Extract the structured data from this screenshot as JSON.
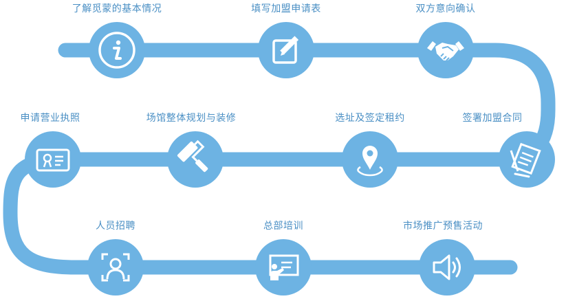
{
  "colors": {
    "track": "#6db3e3",
    "label": "#4a8fc4",
    "icon": "#ffffff"
  },
  "steps": [
    {
      "label": "了解觅蒙的基本情况",
      "icon": "info-icon"
    },
    {
      "label": "填写加盟申请表",
      "icon": "edit-form-icon"
    },
    {
      "label": "双方意向确认",
      "icon": "handshake-icon"
    },
    {
      "label": "签署加盟合同",
      "icon": "contract-sign-icon"
    },
    {
      "label": "选址及签定租约",
      "icon": "location-pin-icon"
    },
    {
      "label": "场馆整体规划与装修",
      "icon": "paint-roller-icon"
    },
    {
      "label": "申请营业执照",
      "icon": "license-card-icon"
    },
    {
      "label": "人员招聘",
      "icon": "recruit-person-icon"
    },
    {
      "label": "总部培训",
      "icon": "training-board-icon"
    },
    {
      "label": "市场推广预售活动",
      "icon": "speaker-icon"
    }
  ]
}
